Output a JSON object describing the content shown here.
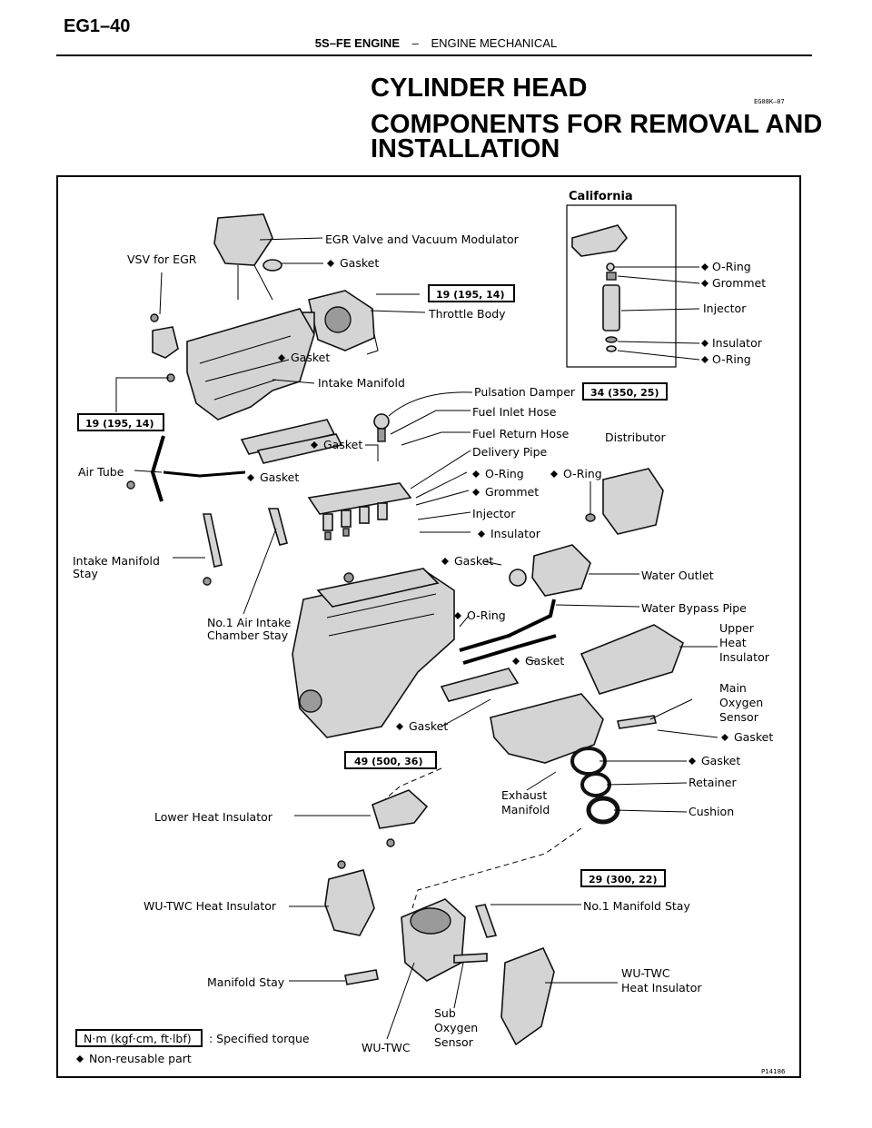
{
  "header": {
    "page_id": "EG1–40",
    "engine": "5S–FE ENGINE",
    "separator": "–",
    "section": "ENGINE MECHANICAL"
  },
  "title": {
    "line1": "CYLINDER HEAD",
    "line2": "COMPONENTS FOR REMOVAL AND",
    "line3": "INSTALLATION",
    "code": "EG08K–07"
  },
  "diagram": {
    "inset_title": "California",
    "labels": {
      "egr_valve": "EGR Valve and Vacuum Modulator",
      "vsv_egr": "VSV for EGR",
      "gasket_egr": "Gasket",
      "throttle_body": "Throttle Body",
      "gasket_tb": "Gasket",
      "intake_manifold": "Intake Manifold",
      "pulsation_damper": "Pulsation Damper",
      "fuel_inlet_hose": "Fuel Inlet Hose",
      "fuel_return_hose": "Fuel Return Hose",
      "gasket_im": "Gasket",
      "delivery_pipe": "Delivery Pipe",
      "oring_dp": "O-Ring",
      "grommet_dp": "Grommet",
      "injector_dp": "Injector",
      "insulator_dp": "Insulator",
      "air_tube": "Air Tube",
      "gasket_air": "Gasket",
      "distributor": "Distributor",
      "oring_dist": "O-Ring",
      "cal_oring1": "O-Ring",
      "cal_grommet": "Grommet",
      "cal_injector": "Injector",
      "cal_insulator": "Insulator",
      "cal_oring2": "O-Ring",
      "im_stay_1": "Intake Manifold",
      "im_stay_2": "Stay",
      "no1_air_1": "No.1 Air Intake",
      "no1_air_2": "Chamber Stay",
      "gasket_wo": "Gasket",
      "water_outlet": "Water Outlet",
      "water_bypass": "Water Bypass Pipe",
      "oring_wb": "O-Ring",
      "gasket_wb": "Gasket",
      "upper_heat_1": "Upper",
      "upper_heat_2": "Heat",
      "upper_heat_3": "Insulator",
      "main_o2_1": "Main",
      "main_o2_2": "Oxygen",
      "main_o2_3": "Sensor",
      "gasket_o2": "Gasket",
      "gasket_ex": "Gasket",
      "gasket_ring": "Gasket",
      "retainer": "Retainer",
      "cushion": "Cushion",
      "exhaust_1": "Exhaust",
      "exhaust_2": "Manifold",
      "lower_heat": "Lower Heat Insulator",
      "wu_twc_heat": "WU-TWC Heat Insulator",
      "no1_manifold_stay": "No.1 Manifold Stay",
      "wu_twc_heat2_1": "WU-TWC",
      "wu_twc_heat2_2": "Heat Insulator",
      "manifold_stay": "Manifold Stay",
      "sub_o2_1": "Sub",
      "sub_o2_2": "Oxygen",
      "sub_o2_3": "Sensor",
      "wu_twc": "WU-TWC"
    },
    "torques": {
      "t1": "19 (195, 14)",
      "t2": "19 (195, 14)",
      "t3": "34 (350, 25)",
      "t4": "49 (500, 36)",
      "t5": "29 (300, 22)"
    },
    "legend": {
      "unit_box": "N·m (kgf·cm, ft·lbf)",
      "unit_text": ": Specified torque",
      "nonreusable": "Non-reusable part"
    },
    "figure_id": "P14186"
  }
}
